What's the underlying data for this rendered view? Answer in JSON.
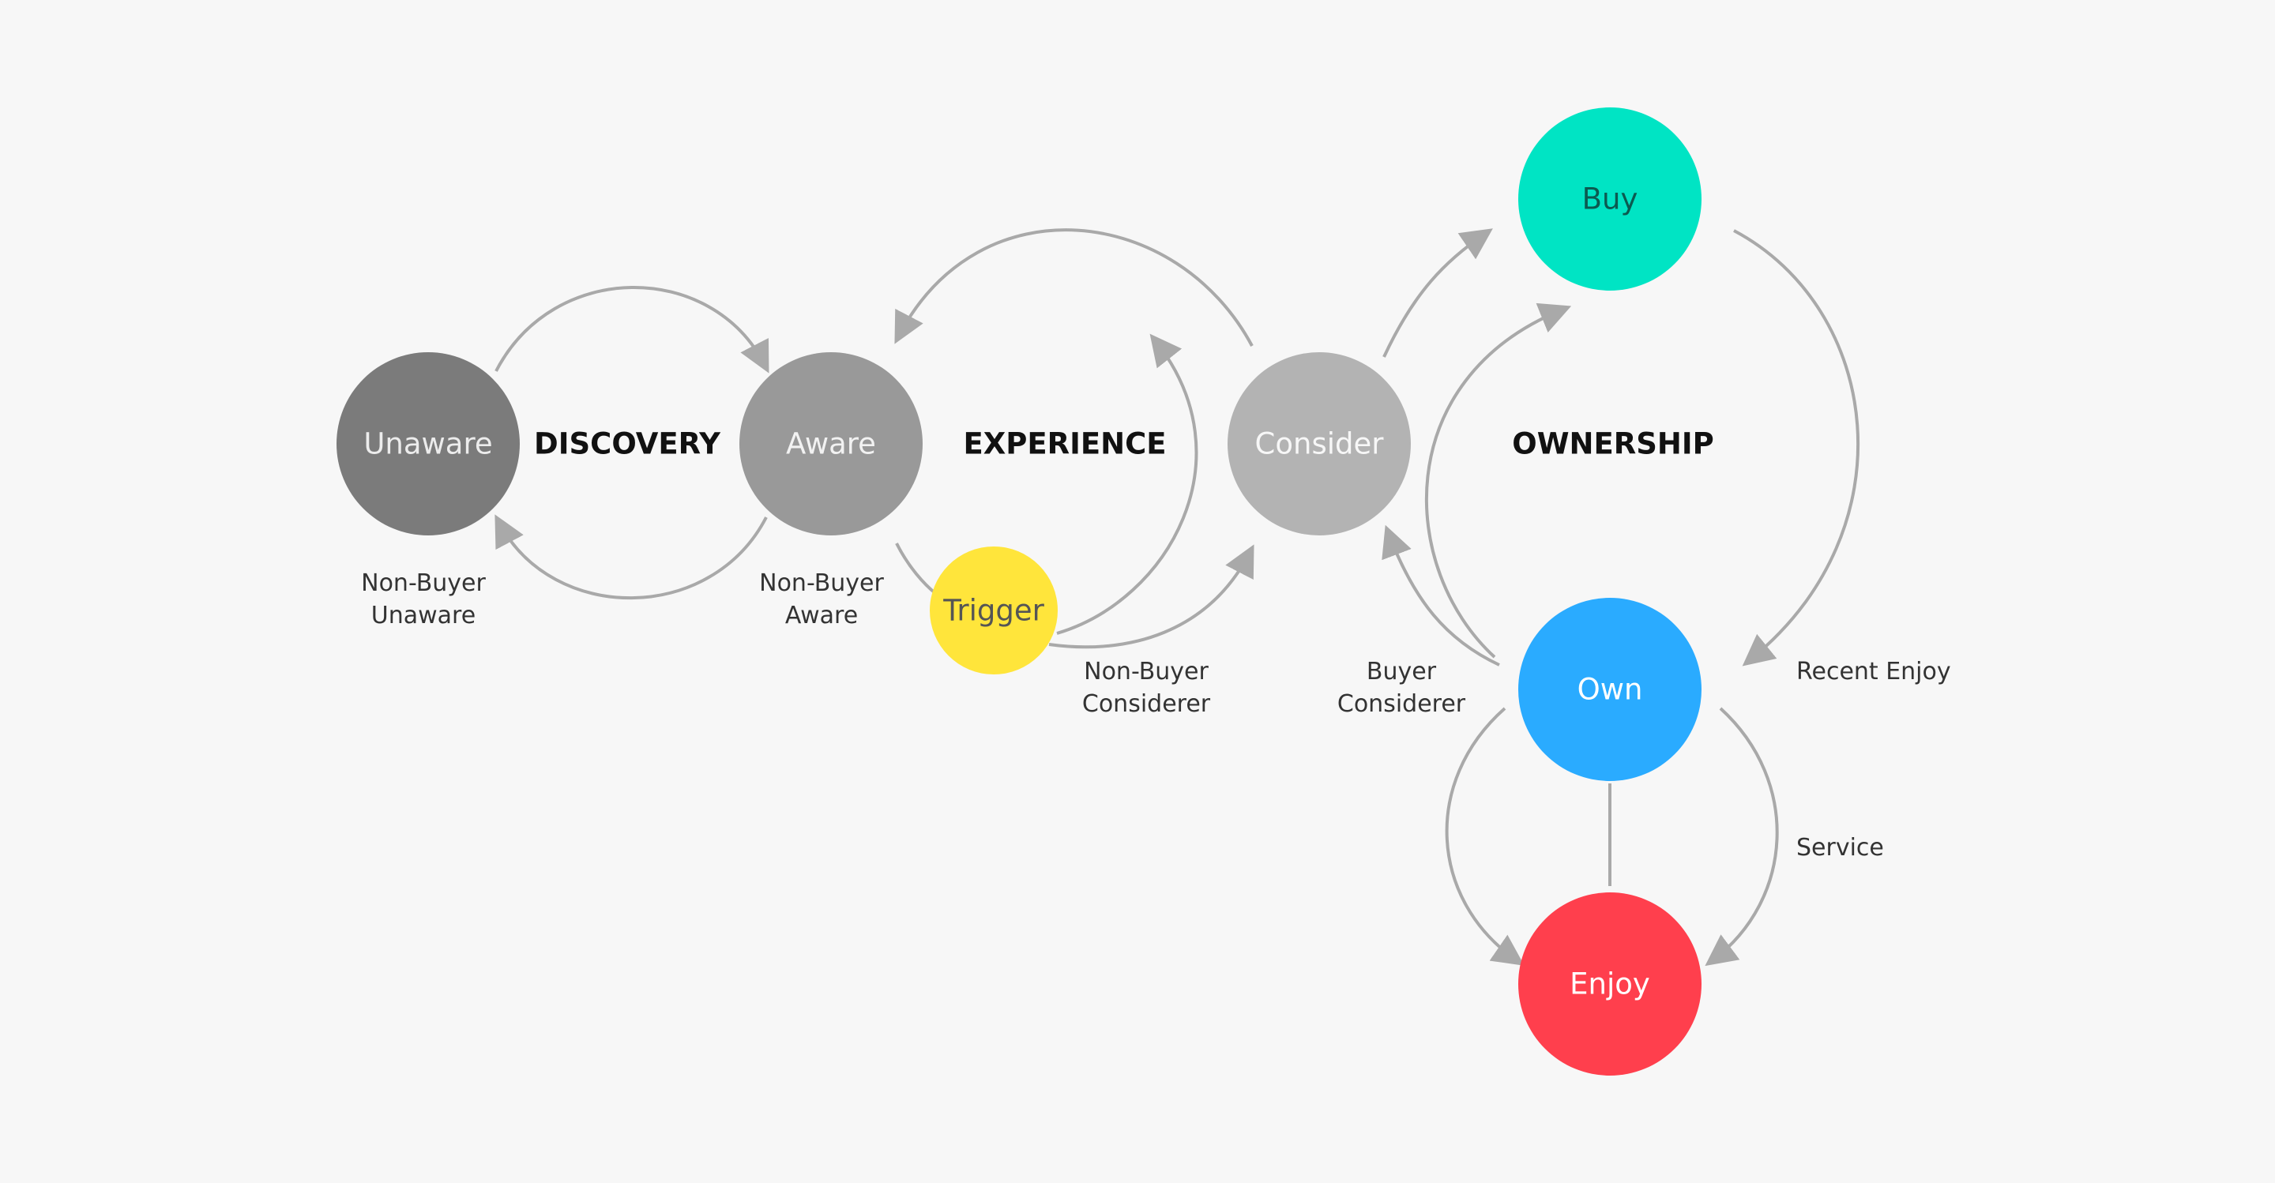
{
  "colors": {
    "background": "#f7f7f7",
    "arrow": "#a9a9a9",
    "unaware": "#7b7b7b",
    "aware": "#999999",
    "consider": "#b3b3b3",
    "trigger": "#ffe53b",
    "buy": "#00e4c4",
    "own": "#2aabff",
    "enjoy": "#ff3f4d"
  },
  "nodes": {
    "unaware": "Unaware",
    "aware": "Aware",
    "consider": "Consider",
    "trigger": "Trigger",
    "buy": "Buy",
    "own": "Own",
    "enjoy": "Enjoy"
  },
  "stages": {
    "discovery": "DISCOVERY",
    "experience": "EXPERIENCE",
    "ownership": "OWNERSHIP"
  },
  "captions": {
    "non_buyer_unaware": [
      "Non-Buyer",
      "Unaware"
    ],
    "non_buyer_aware": [
      "Non-Buyer",
      "Aware"
    ],
    "non_buyer_considerer": [
      "Non-Buyer",
      "Considerer"
    ],
    "buyer_considerer": [
      "Buyer",
      "Considerer"
    ],
    "recent_enjoy": "Recent Enjoy",
    "service": "Service"
  }
}
